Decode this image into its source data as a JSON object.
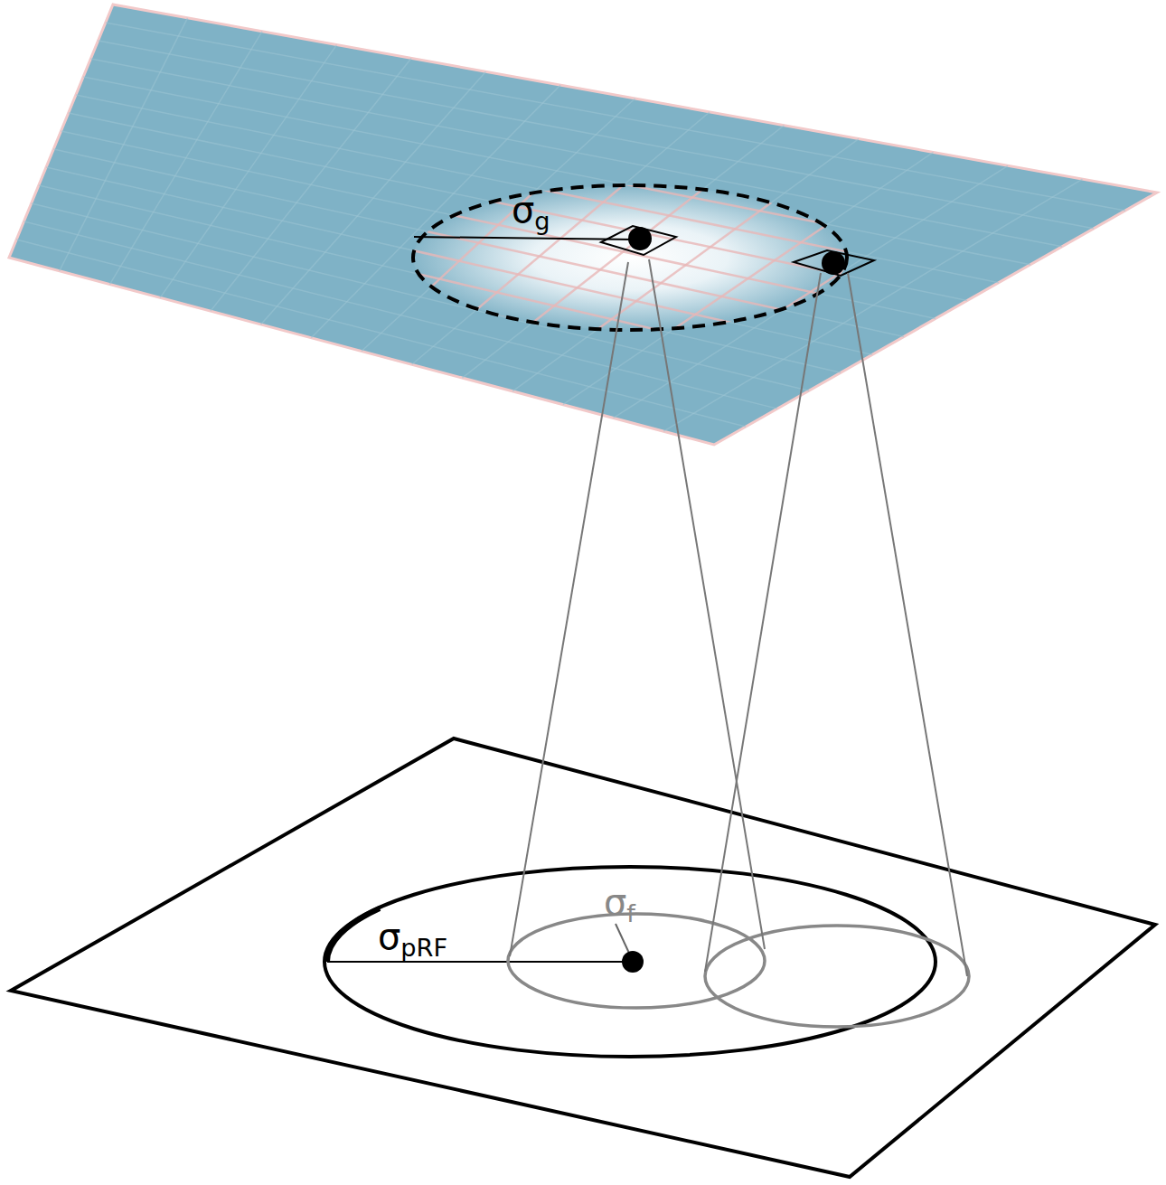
{
  "diagram": {
    "labels": [
      "σg",
      "σpRF",
      "σf"
    ]
  }
}
